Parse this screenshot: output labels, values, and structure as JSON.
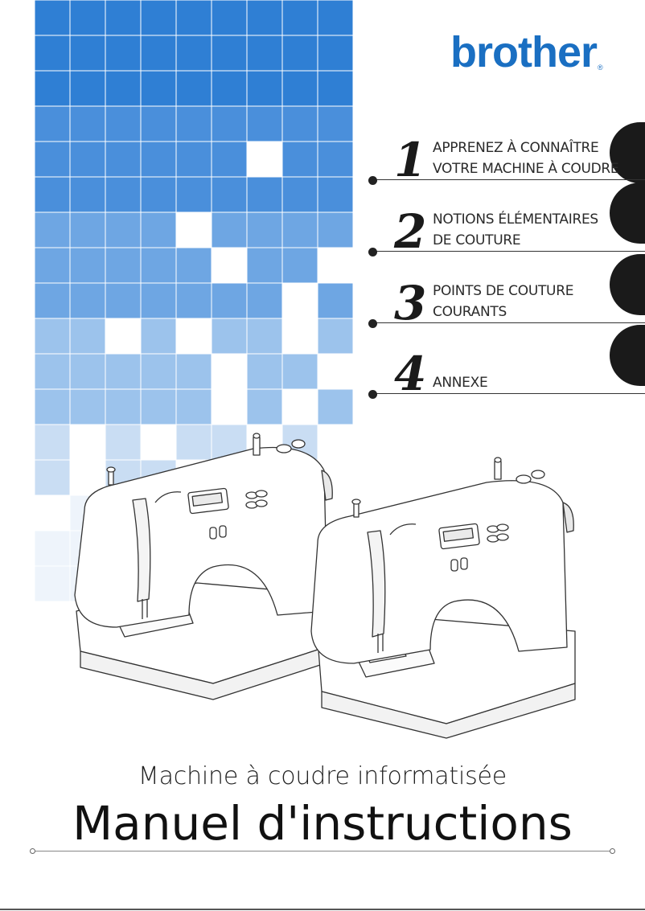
{
  "brand": {
    "name": "brother",
    "registered_mark": "®",
    "color": "#1a6fc2"
  },
  "cover_art": {
    "mosaic_colors": [
      "#2f7fd4",
      "#4a8fdb",
      "#6ea6e3",
      "#9cc3ec",
      "#c9ddf3",
      "#eef4fb"
    ],
    "illustration": "two-sewing-machines-line-art"
  },
  "chapters": [
    {
      "number": "1",
      "lines": [
        "APPRENEZ À CONNAÎTRE",
        "VOTRE MACHINE À COUDRE"
      ]
    },
    {
      "number": "2",
      "lines": [
        "NOTIONS ÉLÉMENTAIRES",
        "DE COUTURE"
      ]
    },
    {
      "number": "3",
      "lines": [
        "POINTS DE COUTURE",
        "COURANTS"
      ]
    },
    {
      "number": "4",
      "lines": [
        "ANNEXE",
        ""
      ]
    }
  ],
  "subtitle": "Machine à coudre informatisée",
  "title": "Manuel d'instructions"
}
